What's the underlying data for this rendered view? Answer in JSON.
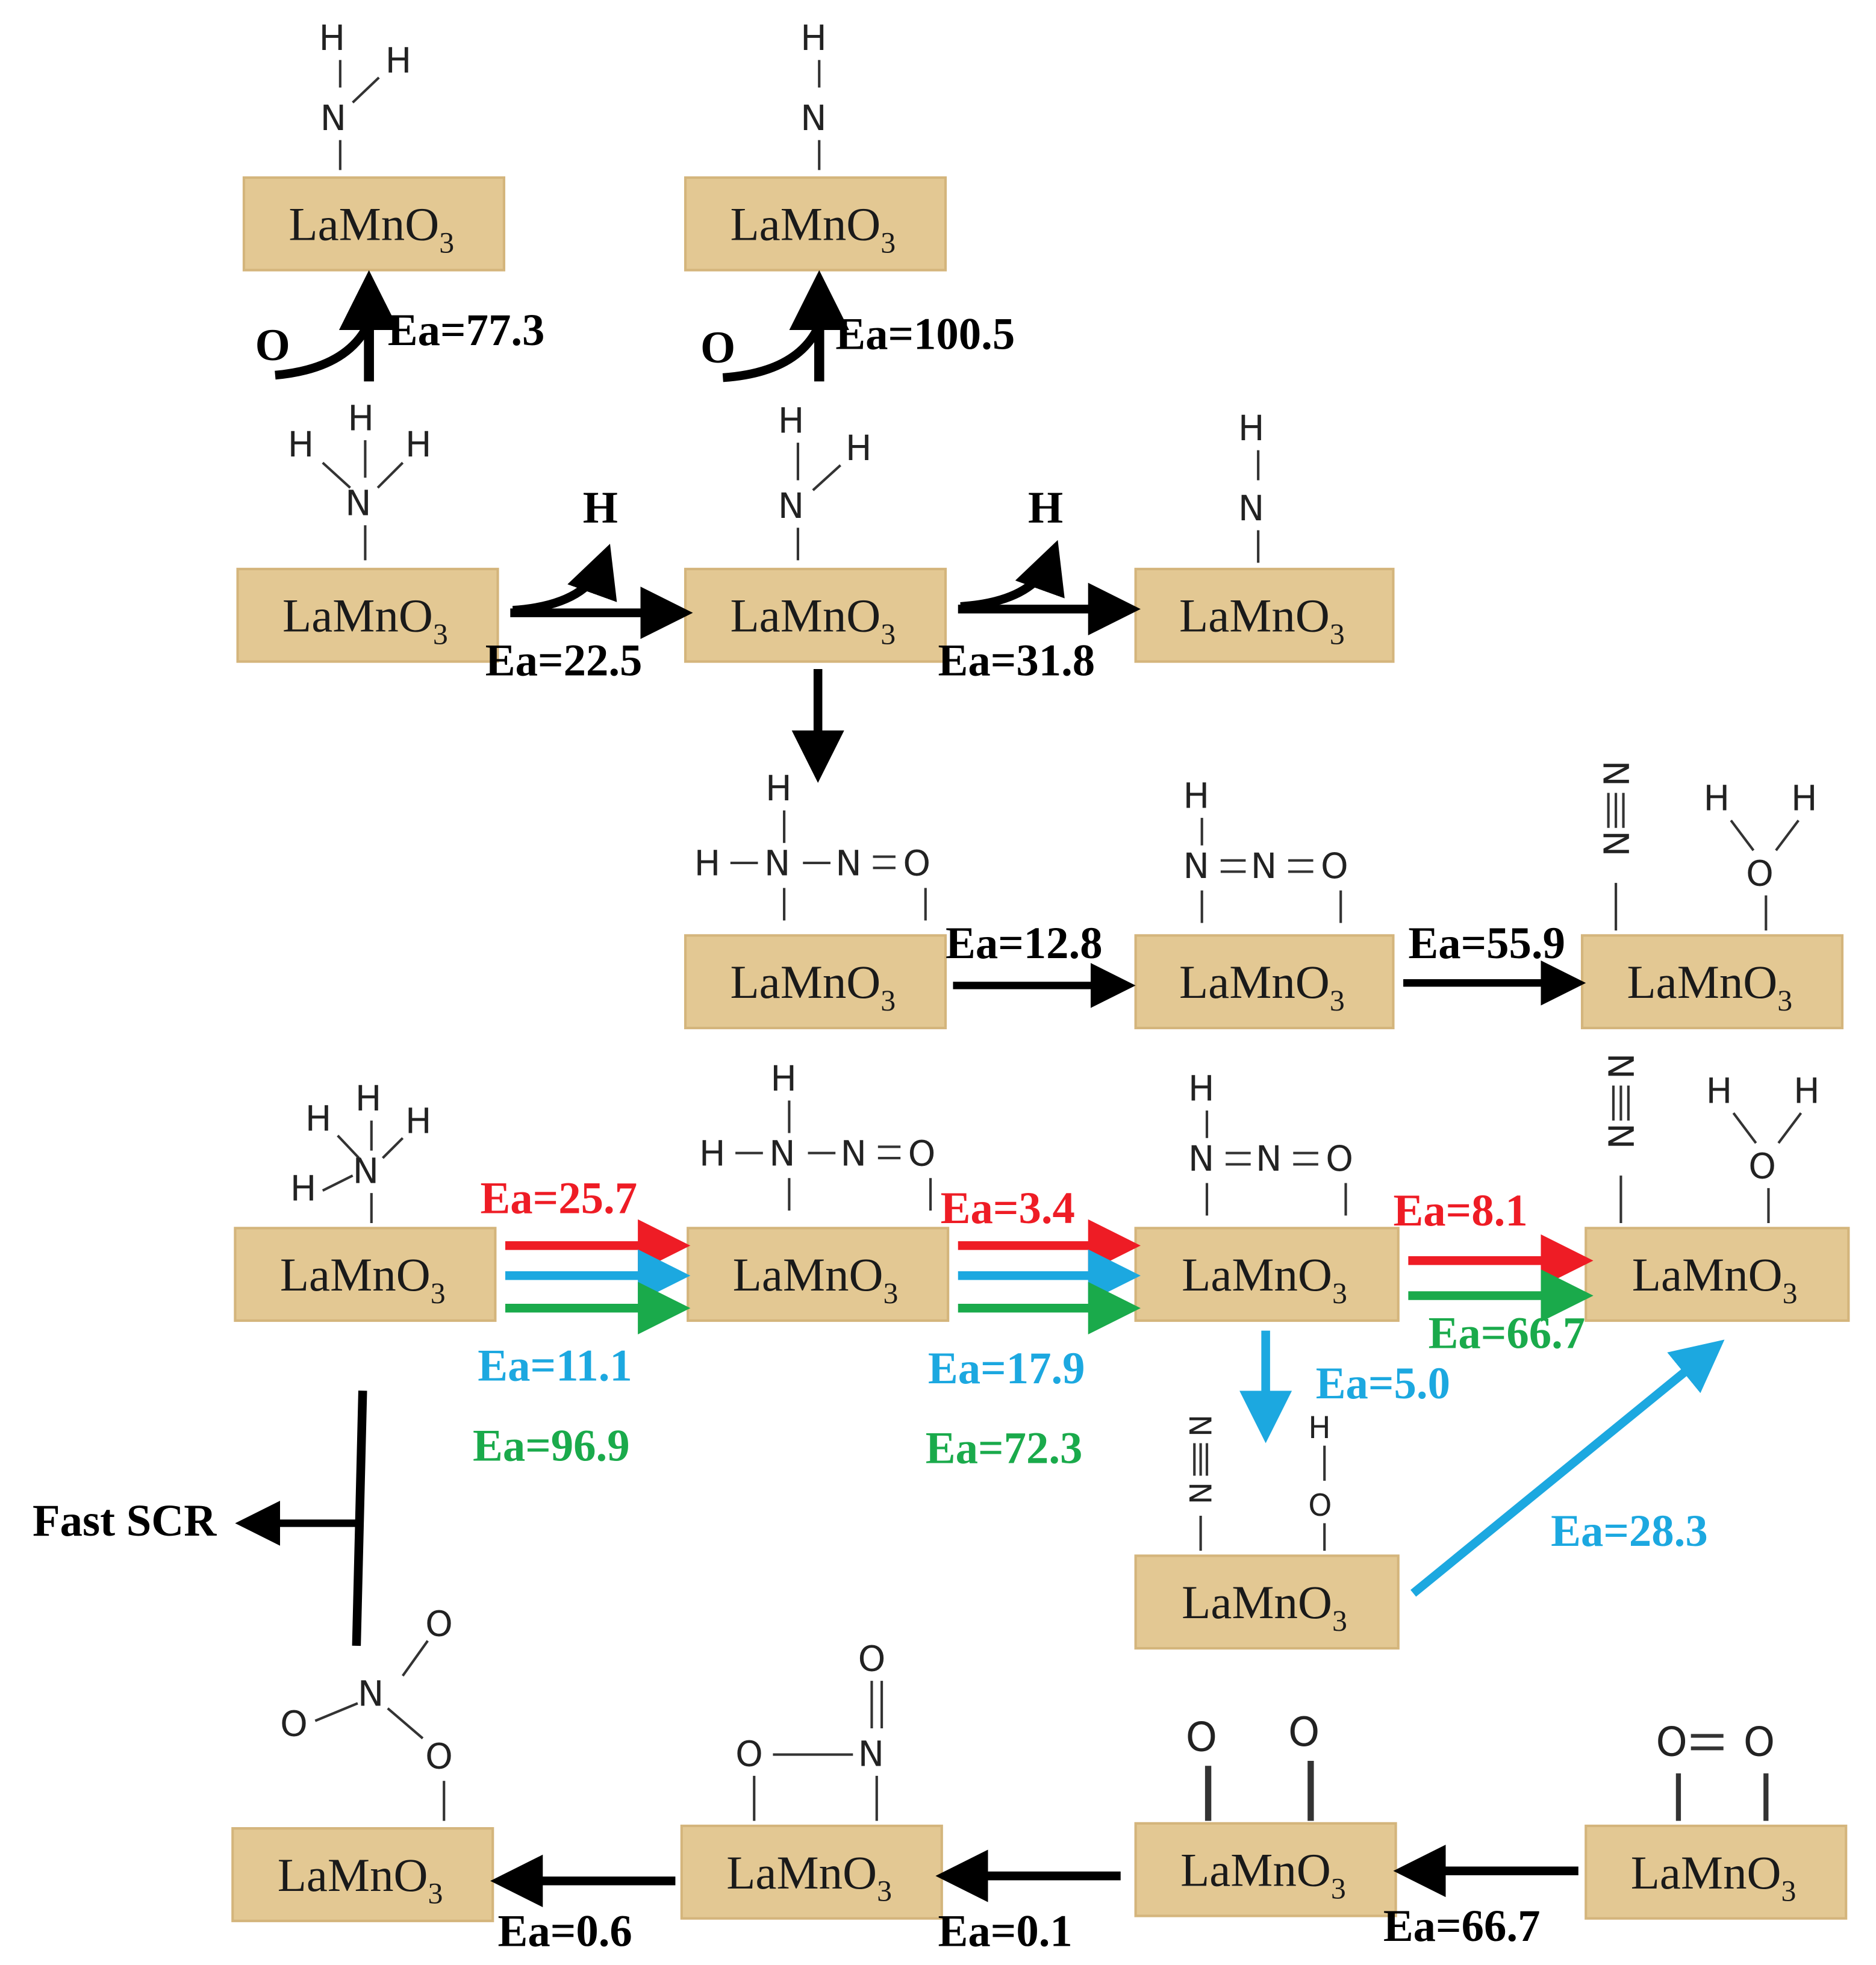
{
  "colors": {
    "slab": "#e3c893",
    "slab_edge": "#d4b57c",
    "black": "#000000",
    "red": "#ee1c25",
    "blue": "#1ca8e0",
    "green": "#1aaa4b"
  },
  "slab_label": {
    "main": "LaMnO",
    "sub": "3"
  },
  "atoms": {
    "H": "H",
    "N": "N",
    "O": "O"
  },
  "fast_scr": "Fast SCR",
  "ea": {
    "r1_up_left": "Ea=77.3",
    "r1_up_right": "Ea=100.5",
    "r2_a": "Ea=22.5",
    "r2_b": "Ea=31.8",
    "r3_a": "Ea=12.8",
    "r3_b": "Ea=55.9",
    "r4_red_1": "Ea=25.7",
    "r4_blue_1": "Ea=11.1",
    "r4_green_1": "Ea=96.9",
    "r4_red_2": "Ea=3.4",
    "r4_blue_2": "Ea=17.9",
    "r4_green_2": "Ea=72.3",
    "r4_red_3": "Ea=8.1",
    "r4_green_3": "Ea=66.7",
    "r4_blue_down": "Ea=5.0",
    "r5_blue_diag": "Ea=28.3",
    "r6_a": "Ea=0.6",
    "r6_b": "Ea=0.1",
    "r6_c": "Ea=66.7"
  },
  "bonds": {
    "double_NO": "N=O",
    "double_NNO": "N=N=O",
    "HN_prefix": "H−N−N=O",
    "oo": "O=O"
  }
}
